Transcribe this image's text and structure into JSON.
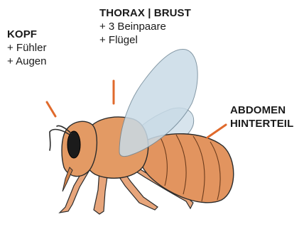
{
  "colors": {
    "accent": "#e06a2c",
    "body": "#e2945f",
    "wing": "#c9dbe7",
    "outline": "#2b2b2b",
    "text": "#1a1a1a"
  },
  "labels": {
    "head": {
      "title": "KOPF",
      "items": [
        "+ Fühler",
        "+ Augen"
      ]
    },
    "thorax": {
      "title": "THORAX | BRUST",
      "items": [
        "+ 3 Beinpaare",
        "+ Flügel"
      ]
    },
    "abdomen": {
      "title_lines": [
        "ABDOMEN",
        "HINTERTEIL"
      ]
    }
  }
}
